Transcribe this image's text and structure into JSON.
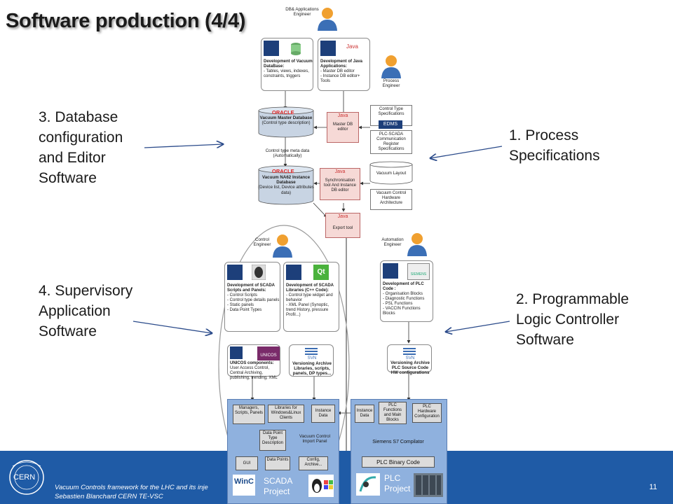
{
  "slide": {
    "title": "Software production (4/4)",
    "labels": {
      "db_config": [
        "3. Database",
        "configuration",
        "and Editor",
        "Software"
      ],
      "process_specs": [
        "1. Process",
        "Specifications"
      ],
      "supervisory": [
        "4. Supervisory",
        "Application",
        "Software"
      ],
      "plc": [
        "2. Programmable",
        "Logic Controller",
        "Software"
      ]
    }
  },
  "diagram": {
    "roles": {
      "db_engineer": "DB& Applications Engineer",
      "process_engineer": "Process Engineer",
      "control_engineer": "Control Engineer",
      "automation_engineer": "Automation Engineer"
    },
    "db_dev": {
      "title": "Development of Vacuum DataBase:",
      "items": [
        "- Tables, views, indexes, constraints, triggers"
      ]
    },
    "java_dev": {
      "title": "Development of Java Applications:",
      "items": [
        "- Master DB editor",
        "- Instance DB editor+ Tools"
      ]
    },
    "java_label": "Java",
    "oracle_label": "ORACLE",
    "master_db": {
      "title": "Vacuum Master Database",
      "sub": "(Control type description)"
    },
    "master_editor": "Master DB editor",
    "control_type_specs": "Control Type Specifications",
    "edms": "EDMS",
    "plc_scada_spec": "PLC-SCADA Communication Register Specifications",
    "meta_data": "Control type meta data (Automatically)",
    "instance_db": {
      "title": "Vacuum NA62 Instance Database",
      "sub": "(Device list, Device attributes data)"
    },
    "sync_tool": "Synchronisation tool And Instance DB editor",
    "vacuum_layout": "Vacuum Layout",
    "hw_arch": "Vacuum Control Hardware Architecture",
    "export_tool": "Export tool",
    "scada_dev": {
      "title": "Development of SCADA Scripts and Panels:",
      "items": [
        "- Control Scripts",
        "- Control type details panels",
        "- Static panels",
        "- Data Point Types"
      ]
    },
    "lib_dev": {
      "title": "Development of SCADA Libraries (C++ Code):",
      "items": [
        "- Control type widget and behavior",
        "- XML Panel (Synoptic, trend History, pressure Profil...)"
      ]
    },
    "plc_dev": {
      "title": "Development of PLC Code :",
      "items": [
        "- Organisation Blocks",
        "- Diagnostic Functions",
        "- PSL Functions",
        "- VACCIN Functions Blocks"
      ]
    },
    "qt_label": "Qt",
    "siemens_label": "SIEMENS",
    "unicos": {
      "badge": "UNICOS",
      "title": "UNICOS components:",
      "text": "User Access Control, Central Archiving, publishing, trending, XML"
    },
    "svn_label": "SVN",
    "svn_scada": {
      "title": "Versioning Archive",
      "text": "Libraries, scripts, panels, DP types..."
    },
    "svn_plc": {
      "title": "Versioning Archive",
      "text": "PLC Source Code HW configurations"
    },
    "scada_blocks": {
      "managers": "Managers, Scripts, Panels",
      "libraries": "Libraries for Windows&Linux Clients",
      "instance": "Instance Data",
      "dpt_desc": "Data Point Type Description",
      "import_panel": "Vacuum Control Import Panel",
      "gui": "GUI",
      "data_points": "Data Points",
      "config": "Config, Archive..."
    },
    "plc_blocks": {
      "instance": "Instance Data",
      "functions": "PLC Functions and Main Blocks",
      "hw_config": "PLC Hardware Configuration",
      "compiler": "Siemens S7 Compilator",
      "binary": "PLC Binary Code"
    },
    "scada_project": [
      "SCADA",
      "Project"
    ],
    "plc_project": [
      "PLC",
      "Project"
    ],
    "wincc": "WinC"
  },
  "footer": {
    "line1": "Vacuum Controls framework for the LHC and its inje",
    "line2": "Sebastien Blanchard CERN TE-VSC",
    "page": "11",
    "logo": "CERN"
  },
  "colors": {
    "footer_blue": "#1f5ba6",
    "panel_blue": "#8fb1de",
    "pink": "#f6d9d6",
    "oracle_red": "#dd2222"
  }
}
